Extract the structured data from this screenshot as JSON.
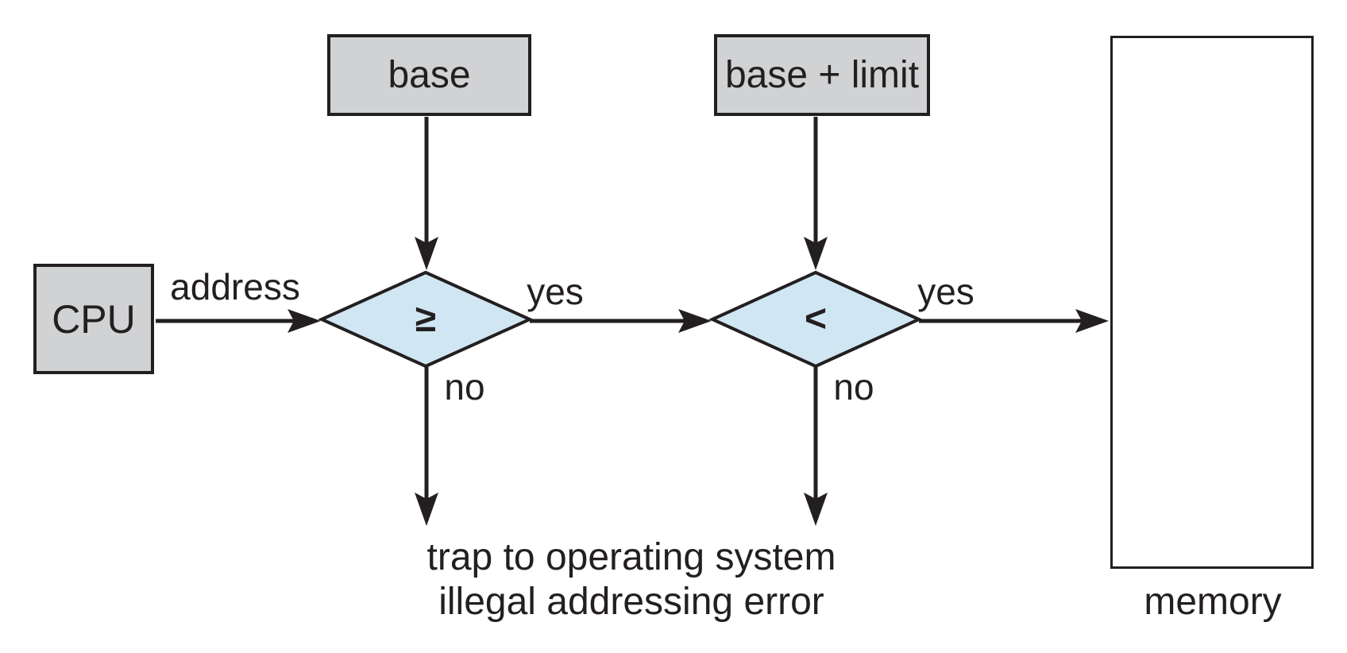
{
  "colors": {
    "background": "#ffffff",
    "box_fill": "#d0d2d3",
    "box_border": "#231f20",
    "diamond_fill": "#d0e6f2",
    "line": "#231f20",
    "text": "#231f20"
  },
  "nodes": {
    "cpu": {
      "label": "CPU"
    },
    "base_register": {
      "label": "base"
    },
    "base_plus_limit_register": {
      "label": "base + limit"
    },
    "memory": {
      "label": "memory"
    },
    "compare_ge": {
      "symbol": "≥"
    },
    "compare_lt": {
      "symbol": "<"
    }
  },
  "labels": {
    "address": "address",
    "yes_first": "yes",
    "yes_second": "yes",
    "no_first": "no",
    "no_second": "no"
  },
  "trap": {
    "line1": "trap to operating system",
    "line2": "illegal addressing error"
  }
}
